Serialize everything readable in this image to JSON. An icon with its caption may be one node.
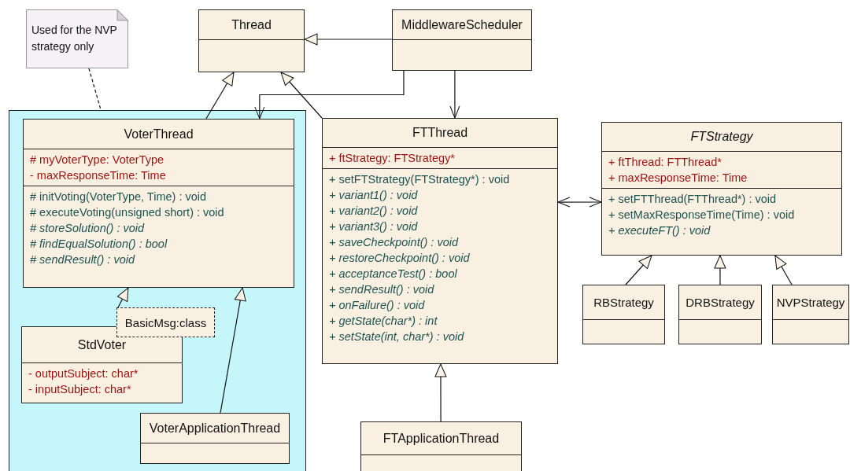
{
  "diagram": {
    "nodes": [
      {
        "text": [
          "Used for the NVP strategy only"
        ]
      },
      {
        "text": [
          "Thread"
        ]
      },
      {
        "text": [
          "MiddlewareScheduler"
        ]
      },
      {
        "text": [],
        "shape": "box"
      },
      {
        "text": [
          "VoterThread",
          "# myVoterType: VoterType",
          "- maxResponseTime: Time",
          "# initVoting(VoterType, Time) : void",
          "# executeVoting(unsigned short) : void",
          "# storeSolution() : void",
          "# findEqualSolution() : bool",
          "# sendResult() : void"
        ],
        "in": 3
      },
      {
        "text": [
          "BasicMsg:class",
          "StdVoter",
          "- outputSubject: char*",
          "- inputSubject: char*"
        ],
        "in": 3
      },
      {
        "text": [
          "VoterApplicationThread"
        ],
        "in": 3
      },
      {
        "text": [
          "FTThread",
          "+ ftStrategy: FTStrategy*",
          "+ setFTStrategy(FTStrategy*) : void",
          "+ variant1() : void",
          "+ variant2() : void",
          "+ variant3() : void",
          "+ saveCheckpoint() : void",
          "+ restoreCheckpoint() : void",
          "+ acceptanceTest() : bool",
          "+ sendResult() : void",
          "+ onFailure() : void",
          "+ getState(char*) : int",
          "+ setState(int, char*) : void"
        ]
      },
      {
        "text": [
          "FTStrategy",
          "+ ftThread: FTThread*",
          "+ maxResponseTime: Time",
          "+ setFTThread(FTThread*) : void",
          "+ setMaxResponseTime(Time) : void",
          "+ executeFT() : void"
        ]
      },
      {
        "text": [
          "RBStrategy"
        ]
      },
      {
        "text": [
          "DRBStrategy"
        ]
      },
      {
        "text": [
          "NVPStrategy"
        ]
      },
      {
        "text": [
          "FTApplicationThread"
        ]
      }
    ],
    "edges": [
      {
        "from": 0,
        "to": 3,
        "arrow": "none",
        "style": "dashed"
      },
      {
        "from": 2,
        "to": 1,
        "arrow": "to"
      },
      {
        "from": 4,
        "to": 1,
        "arrow": "to"
      },
      {
        "from": 7,
        "to": 1,
        "arrow": "to"
      },
      {
        "from": 2,
        "to": 4,
        "arrow": "to"
      },
      {
        "from": 2,
        "to": 7,
        "arrow": "to"
      },
      {
        "from": 7,
        "to": 8,
        "arrow": "both"
      },
      {
        "from": 9,
        "to": 8,
        "arrow": "to"
      },
      {
        "from": 10,
        "to": 8,
        "arrow": "to"
      },
      {
        "from": 11,
        "to": 8,
        "arrow": "to"
      },
      {
        "from": 5,
        "to": 4,
        "arrow": "to"
      },
      {
        "from": 6,
        "to": 4,
        "arrow": "to"
      },
      {
        "from": 12,
        "to": 7,
        "arrow": "to"
      }
    ]
  }
}
